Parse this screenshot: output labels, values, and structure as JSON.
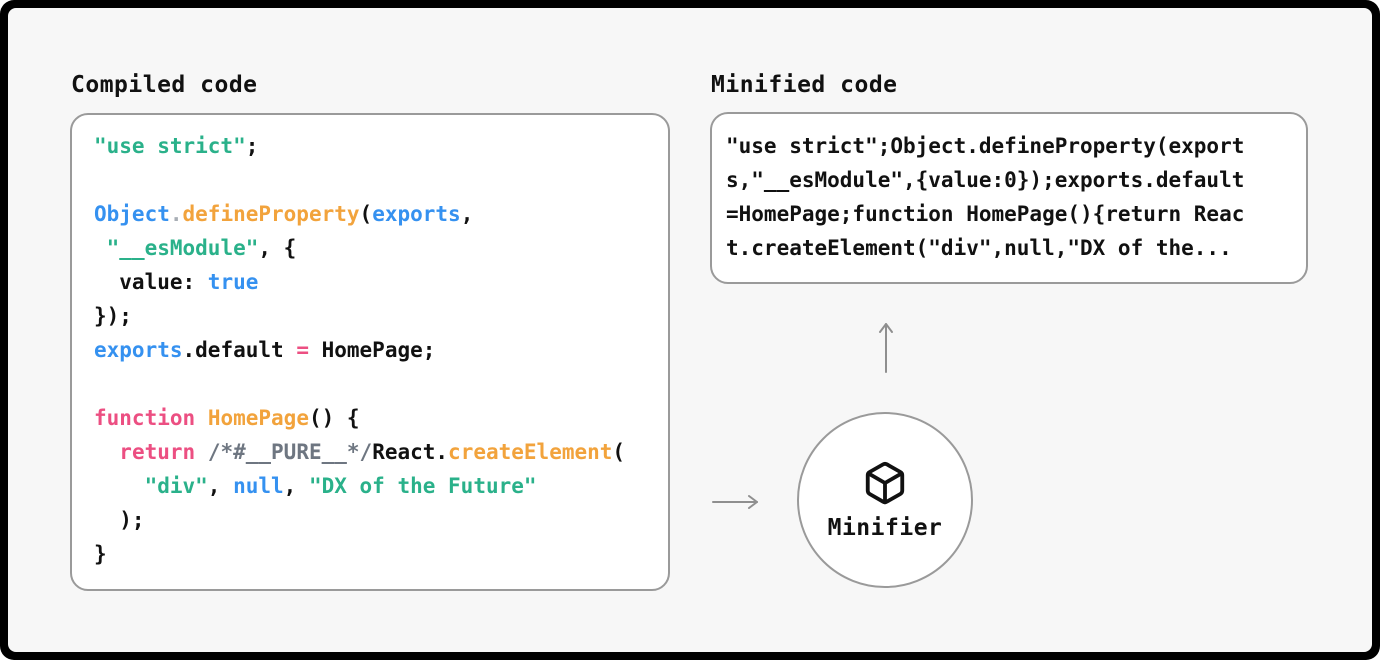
{
  "palette": {
    "background": "#f7f7f7",
    "frame": "#000000",
    "box_border": "#9a9a9a",
    "code_default": "#111111",
    "string": "#2ab18a",
    "identifier_blue": "#3591f0",
    "function_orange": "#f2a33c",
    "keyword_pink": "#ec4f82",
    "comment_gray": "#6e7681",
    "dot_gray": "#a8aeb5",
    "arrow": "#8f8f8f",
    "heading": "#111111"
  },
  "compiled": {
    "title": "Compiled code",
    "code_lines": [
      [
        {
          "c": "s",
          "t": "\"use strict\""
        },
        {
          "c": "k",
          "t": ";"
        }
      ],
      [],
      [
        {
          "c": "b",
          "t": "Object"
        },
        {
          "c": "d",
          "t": "."
        },
        {
          "c": "o",
          "t": "defineProperty"
        },
        {
          "c": "k",
          "t": "("
        },
        {
          "c": "b",
          "t": "exports"
        },
        {
          "c": "k",
          "t": ","
        }
      ],
      [
        {
          "c": "k",
          "t": " "
        },
        {
          "c": "s",
          "t": "\"__esModule\""
        },
        {
          "c": "k",
          "t": ", {"
        }
      ],
      [
        {
          "c": "k",
          "t": "  value: "
        },
        {
          "c": "b",
          "t": "true"
        }
      ],
      [
        {
          "c": "k",
          "t": "});"
        }
      ],
      [
        {
          "c": "b",
          "t": "exports"
        },
        {
          "c": "k",
          "t": ".default "
        },
        {
          "c": "p",
          "t": "="
        },
        {
          "c": "k",
          "t": " HomePage;"
        }
      ],
      [],
      [
        {
          "c": "p",
          "t": "function"
        },
        {
          "c": "k",
          "t": " "
        },
        {
          "c": "o",
          "t": "HomePage"
        },
        {
          "c": "k",
          "t": "() {"
        }
      ],
      [
        {
          "c": "k",
          "t": "  "
        },
        {
          "c": "p",
          "t": "return"
        },
        {
          "c": "k",
          "t": " "
        },
        {
          "c": "c",
          "t": "/*#__PURE__*/"
        },
        {
          "c": "k",
          "t": "React."
        },
        {
          "c": "o",
          "t": "createElement"
        },
        {
          "c": "k",
          "t": "("
        }
      ],
      [
        {
          "c": "k",
          "t": "    "
        },
        {
          "c": "s",
          "t": "\"div\""
        },
        {
          "c": "k",
          "t": ", "
        },
        {
          "c": "b",
          "t": "null"
        },
        {
          "c": "k",
          "t": ", "
        },
        {
          "c": "s",
          "t": "\"DX of the Future\""
        }
      ],
      [
        {
          "c": "k",
          "t": "  );"
        }
      ],
      [
        {
          "c": "k",
          "t": "}"
        }
      ]
    ]
  },
  "minified": {
    "title": "Minified code",
    "code_lines": [
      "\"use strict\";Object.defineProperty(export",
      "s,\"__esModule\",{value:0});exports.default",
      "=HomePage;function HomePage(){return Reac",
      "t.createElement(\"div\",null,\"DX of the..."
    ]
  },
  "minifier": {
    "label": "Minifier"
  },
  "icons": {
    "minifier": "box-cube-icon",
    "flow_right": "arrow-right-icon",
    "flow_up": "arrow-up-icon"
  }
}
